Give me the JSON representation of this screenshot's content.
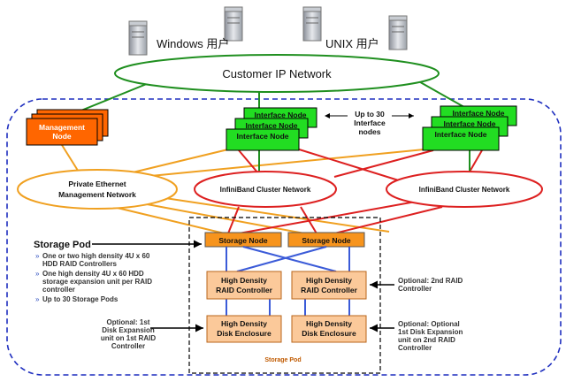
{
  "users": {
    "windows_label": "Windows 用户",
    "unix_label": "UNIX 用户"
  },
  "networks": {
    "customer_ip": "Customer IP Network",
    "private_mgmt_line1": "Private Ethernet",
    "private_mgmt_line2": "Management Network",
    "infiniband_left": "InfiniBand Cluster Network",
    "infiniband_right": "InfiniBand Cluster Network"
  },
  "nodes": {
    "management_line1": "Management",
    "management_line2": "Node",
    "interface_node": "Interface Node",
    "up_to_30_line1": "Up to 30",
    "up_to_30_line2": "Interface",
    "up_to_30_line3": "nodes",
    "storage_node": "Storage Node"
  },
  "pod": {
    "controller_line1": "High Density",
    "controller_line2": "RAID Controller",
    "enclosure_line1": "High Density",
    "enclosure_line2": "Disk Enclosure",
    "caption": "Storage Pod"
  },
  "storage_pod_notes": {
    "title": "Storage Pod",
    "items": [
      [
        "One or two high density 4U x 60",
        "HDD RAID Controllers"
      ],
      [
        "One high density 4U x 60 HDD",
        "storage expansion unit per RAID",
        "controller"
      ],
      [
        "Up to 30 Storage Pods"
      ]
    ]
  },
  "annotations": {
    "optional_left": [
      "Optional: 1st",
      "Disk Expansion",
      "unit on 1st RAID",
      "Controller"
    ],
    "optional_right_top": [
      "Optional: 2nd RAID",
      "Controller"
    ],
    "optional_right_bottom": [
      "Optional: Optional",
      "1st Disk Expansion",
      "unit on 2nd RAID",
      "Controller"
    ]
  },
  "colors": {
    "green_net": "#1f8f1f",
    "orange_net": "#f0a020",
    "red_net": "#dd2020",
    "blue_link": "#3b5bd8",
    "interface_fill": "#22dd22",
    "management_fill": "#ff6600",
    "storage_fill": "#f7941d",
    "controller_fill": "#fbc99a",
    "outline_dashed": "#1f2fbf"
  },
  "icons": [
    "server-icon"
  ]
}
